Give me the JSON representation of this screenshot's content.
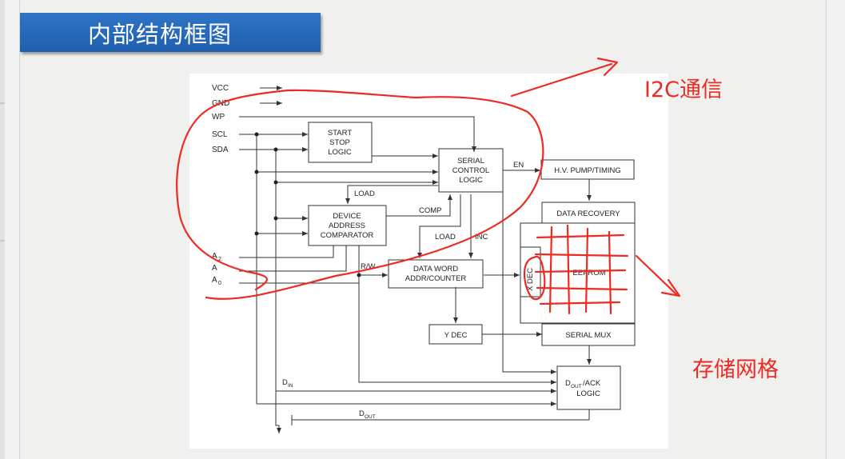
{
  "slide": {
    "title": "内部结构框图"
  },
  "annotations": {
    "i2c_label": "I2C通信",
    "storage_label": "存储网格",
    "color": "#ee2a24"
  },
  "diagram": {
    "pins": {
      "vcc": "VCC",
      "gnd": "GND",
      "wp": "WP",
      "scl": "SCL",
      "sda": "SDA",
      "a2": "A",
      "a2_sub": "2",
      "a1": "A",
      "a0": "A",
      "a0_sub": "0"
    },
    "blocks": {
      "start_stop": [
        "START",
        "STOP",
        "LOGIC"
      ],
      "serial_control": [
        "SERIAL",
        "CONTROL",
        "LOGIC"
      ],
      "hv_pump": "H.V. PUMP/TIMING",
      "device_address": [
        "DEVICE",
        "ADDRESS",
        "COMPARATOR"
      ],
      "data_recovery": "DATA RECOVERY",
      "eeprom": "EEPROM",
      "x_dec": "X DEC",
      "data_word": [
        "DATA WORD",
        "ADDR/COUNTER"
      ],
      "y_dec": "Y DEC",
      "serial_mux": "SERIAL MUX",
      "dout_ack_main": "D",
      "dout_ack_sub": "OUT",
      "dout_ack_rest": "/ACK",
      "dout_ack_logic": "LOGIC"
    },
    "signals": {
      "en": "EN",
      "load_top": "LOAD",
      "comp": "COMP",
      "load_mid": "LOAD",
      "inc": "INC",
      "rw": "R/W",
      "din": "D",
      "din_sub": "IN",
      "dout": "D",
      "dout_sub": "OUT"
    }
  }
}
